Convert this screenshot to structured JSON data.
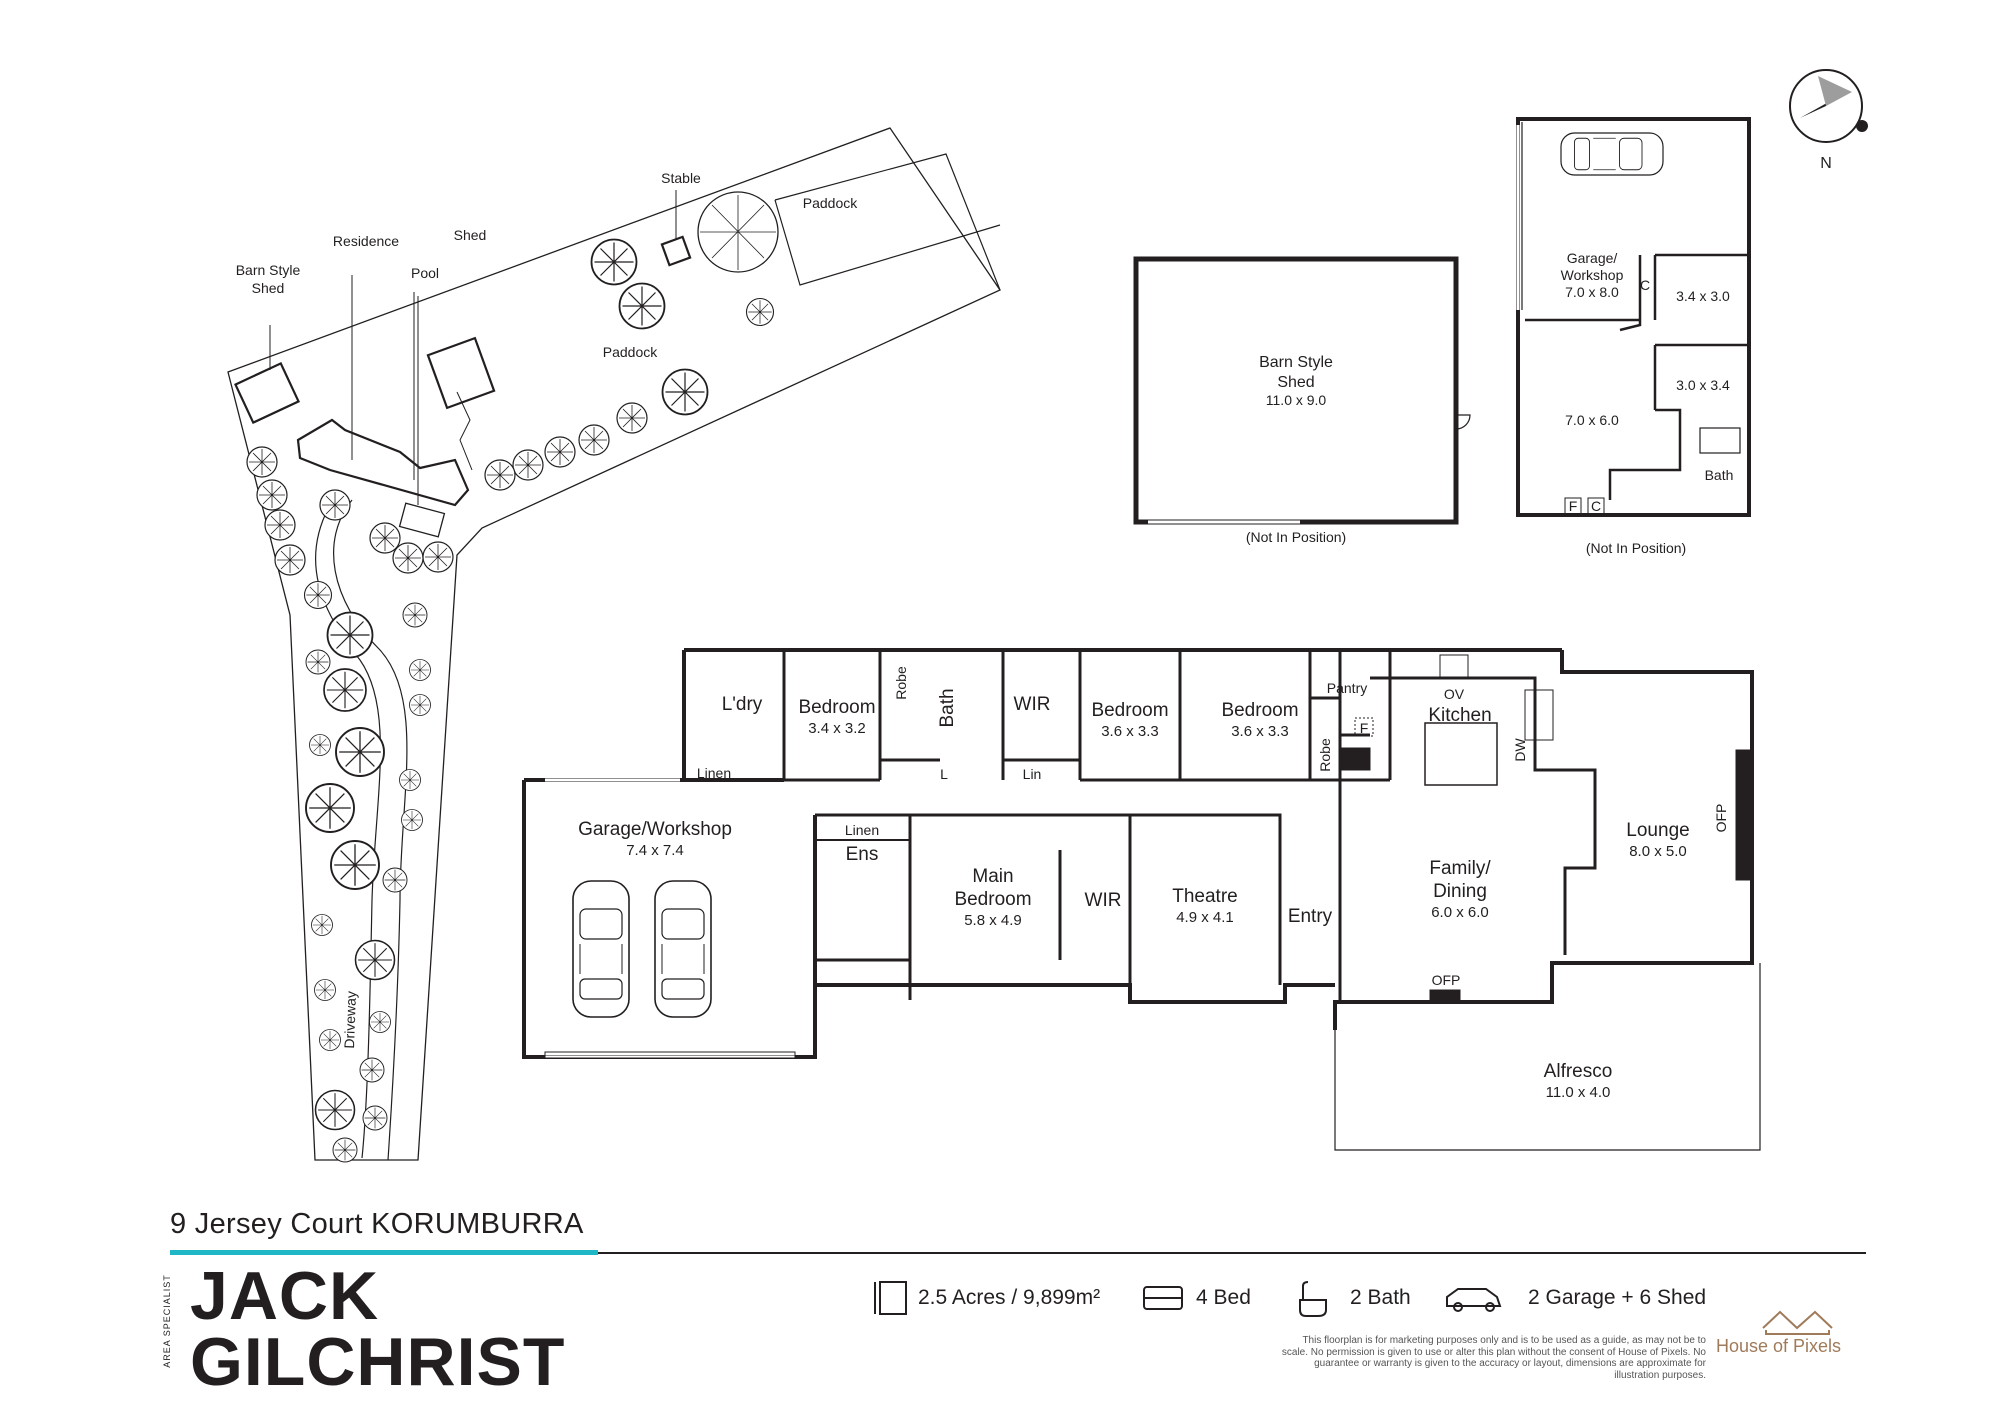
{
  "compass": {
    "label": "N"
  },
  "site": {
    "labels": {
      "stable": "Stable",
      "paddock_top": "Paddock",
      "paddock_mid": "Paddock",
      "residence": "Residence",
      "shed": "Shed",
      "pool": "Pool",
      "barn_line1": "Barn Style",
      "barn_line2": "Shed",
      "driveway": "Driveway"
    }
  },
  "barn_shed": {
    "name_line1": "Barn Style",
    "name_line2": "Shed",
    "dims": "11.0 x 9.0",
    "note": "(Not In Position)"
  },
  "garage_building": {
    "name_line1": "Garage/",
    "name_line2": "Workshop",
    "dims": "7.0 x 8.0",
    "room_a": "3.4 x 3.0",
    "room_b": "3.0 x 3.4",
    "room_c": "7.0 x 6.0",
    "bath": "Bath",
    "c1": "C",
    "f": "F",
    "c2": "C",
    "note": "(Not In Position)"
  },
  "house": {
    "ldry": "L'dry",
    "linen1": "Linen",
    "bed1": "Bedroom",
    "bed1_dims": "3.4 x 3.2",
    "robe1": "Robe",
    "bath": "Bath",
    "l": "L",
    "wir1": "WIR",
    "lin": "Lin",
    "bed2": "Bedroom",
    "bed2_dims": "3.6 x 3.3",
    "bed3": "Bedroom",
    "bed3_dims": "3.6 x 3.3",
    "pantry": "Pantry",
    "robe2": "Robe",
    "f": "F",
    "ov": "OV",
    "kitchen": "Kitchen",
    "dw": "DW",
    "garage": "Garage/Workshop",
    "garage_dims": "7.4 x 7.4",
    "linen2": "Linen",
    "ens": "Ens",
    "main_bed_line1": "Main",
    "main_bed_line2": "Bedroom",
    "main_bed_dims": "5.8 x 4.9",
    "wir2": "WIR",
    "theatre": "Theatre",
    "theatre_dims": "4.9 x 4.1",
    "entry": "Entry",
    "family_line1": "Family/",
    "family_line2": "Dining",
    "family_dims": "6.0 x 6.0",
    "ofp_bottom": "OFP",
    "lounge": "Lounge",
    "lounge_dims": "8.0 x 5.0",
    "ofp_side": "OFP",
    "alfresco": "Alfresco",
    "alfresco_dims": "11.0 x 4.0"
  },
  "footer": {
    "address": "9 Jersey Court KORUMBURRA",
    "agent_tag": "AREA SPECIALIST",
    "agent_line1": "JACK",
    "agent_line2": "GILCHRIST",
    "land": "2.5 Acres / 9,899m²",
    "beds": "4 Bed",
    "baths": "2 Bath",
    "parking": "2 Garage + 6 Shed",
    "disclaimer": "This floorplan is for marketing purposes only and is to be used as a guide, as may not be to scale. No permission is given to use or alter this plan without the consent of House of Pixels. No guarantee or warranty is given to the accuracy or layout, dimensions are approximate for illustration purposes.",
    "brand": "House of Pixels"
  },
  "colors": {
    "accent": "#1fb7c6",
    "ink": "#231f20",
    "brand": "#a07b5a"
  }
}
